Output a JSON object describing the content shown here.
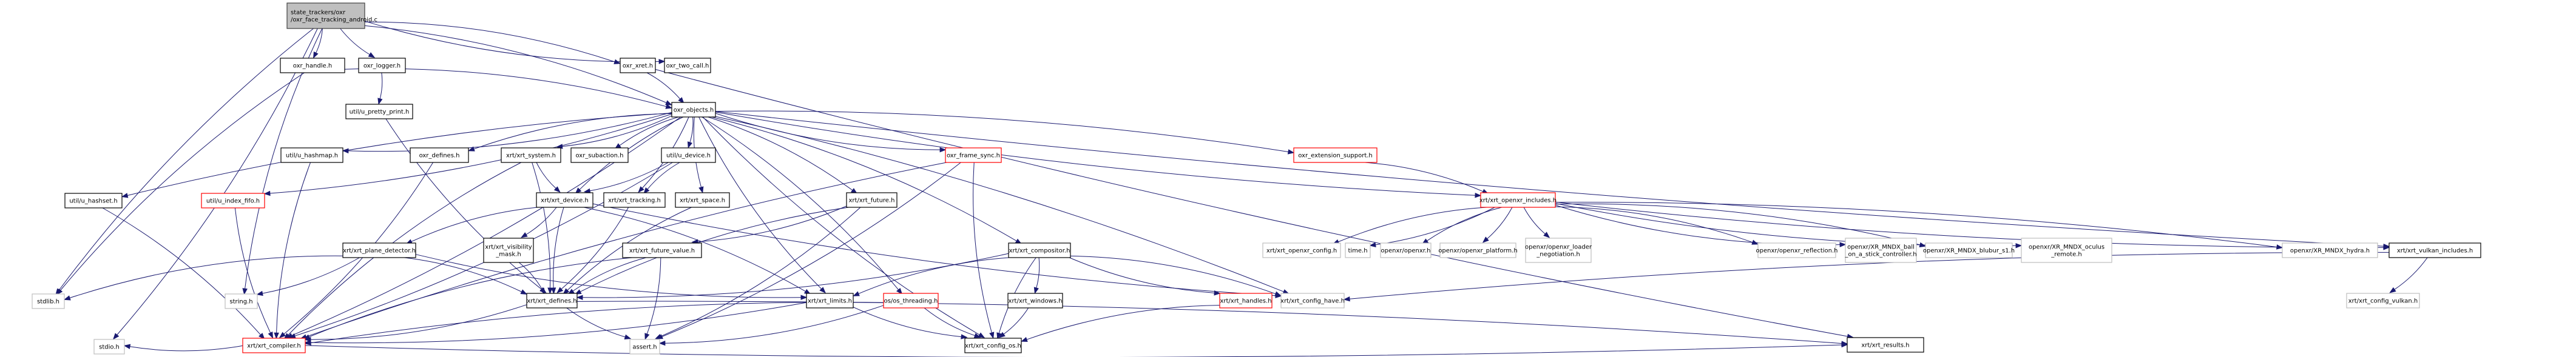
{
  "title": "state_trackers/oxr/oxr_face_tracking_android.c include dependency graph",
  "colors": {
    "edge": "#191970",
    "root_fill": "#bfbfbf",
    "normal_border": "#000000",
    "truncated_border": "#ff0000",
    "system_border": "#bfbfbf"
  },
  "nodes": [
    {
      "id": "root",
      "lines": [
        "state_trackers/oxr",
        "/oxr_face_tracking_android.c"
      ],
      "kind": "root"
    },
    {
      "id": "oxr_handle",
      "lines": [
        "oxr_handle.h"
      ],
      "kind": "normal"
    },
    {
      "id": "oxr_logger",
      "lines": [
        "oxr_logger.h"
      ],
      "kind": "normal"
    },
    {
      "id": "oxr_xret",
      "lines": [
        "oxr_xret.h"
      ],
      "kind": "normal"
    },
    {
      "id": "oxr_two_call",
      "lines": [
        "oxr_two_call.h"
      ],
      "kind": "normal"
    },
    {
      "id": "u_pretty_print",
      "lines": [
        "util/u_pretty_print.h"
      ],
      "kind": "normal"
    },
    {
      "id": "oxr_objects",
      "lines": [
        "oxr_objects.h"
      ],
      "kind": "normal"
    },
    {
      "id": "u_hashmap",
      "lines": [
        "util/u_hashmap.h"
      ],
      "kind": "normal"
    },
    {
      "id": "oxr_defines",
      "lines": [
        "oxr_defines.h"
      ],
      "kind": "normal"
    },
    {
      "id": "xrt_system",
      "lines": [
        "xrt/xrt_system.h"
      ],
      "kind": "normal"
    },
    {
      "id": "oxr_subaction",
      "lines": [
        "oxr_subaction.h"
      ],
      "kind": "normal"
    },
    {
      "id": "u_device",
      "lines": [
        "util/u_device.h"
      ],
      "kind": "normal"
    },
    {
      "id": "oxr_frame_sync",
      "lines": [
        "oxr_frame_sync.h"
      ],
      "kind": "truncated"
    },
    {
      "id": "oxr_extension_support",
      "lines": [
        "oxr_extension_support.h"
      ],
      "kind": "truncated"
    },
    {
      "id": "u_hashset",
      "lines": [
        "util/u_hashset.h"
      ],
      "kind": "normal"
    },
    {
      "id": "u_index_fifo",
      "lines": [
        "util/u_index_fifo.h"
      ],
      "kind": "truncated"
    },
    {
      "id": "xrt_device",
      "lines": [
        "xrt/xrt_device.h"
      ],
      "kind": "normal"
    },
    {
      "id": "xrt_tracking",
      "lines": [
        "xrt/xrt_tracking.h"
      ],
      "kind": "normal"
    },
    {
      "id": "xrt_space",
      "lines": [
        "xrt/xrt_space.h"
      ],
      "kind": "normal"
    },
    {
      "id": "xrt_future",
      "lines": [
        "xrt/xrt_future.h"
      ],
      "kind": "normal"
    },
    {
      "id": "xrt_openxr_includes",
      "lines": [
        "xrt/xrt_openxr_includes.h"
      ],
      "kind": "truncated"
    },
    {
      "id": "xrt_plane_detector",
      "lines": [
        "xrt/xrt_plane_detector.h"
      ],
      "kind": "normal"
    },
    {
      "id": "xrt_visibility_mask",
      "lines": [
        "xrt/xrt_visibility",
        "_mask.h"
      ],
      "kind": "normal"
    },
    {
      "id": "xrt_future_value",
      "lines": [
        "xrt/xrt_future_value.h"
      ],
      "kind": "normal"
    },
    {
      "id": "xrt_compositor",
      "lines": [
        "xrt/xrt_compositor.h"
      ],
      "kind": "normal"
    },
    {
      "id": "xrt_openxr_config",
      "lines": [
        "xrt/xrt_openxr_config.h"
      ],
      "kind": "system"
    },
    {
      "id": "time_h",
      "lines": [
        "time.h"
      ],
      "kind": "system"
    },
    {
      "id": "openxr_h",
      "lines": [
        "openxr/openxr.h"
      ],
      "kind": "system"
    },
    {
      "id": "openxr_platform",
      "lines": [
        "openxr/openxr_platform.h"
      ],
      "kind": "system"
    },
    {
      "id": "openxr_loader_negotiation",
      "lines": [
        "openxr/openxr_loader",
        "_negotiation.h"
      ],
      "kind": "system"
    },
    {
      "id": "openxr_reflection",
      "lines": [
        "openxr/openxr_reflection.h"
      ],
      "kind": "system"
    },
    {
      "id": "xr_mndx_ball",
      "lines": [
        "openxr/XR_MNDX_ball",
        "_on_a_stick_controller.h"
      ],
      "kind": "system"
    },
    {
      "id": "xr_mndx_blubur",
      "lines": [
        "openxr/XR_MNDX_blubur_s1.h"
      ],
      "kind": "system"
    },
    {
      "id": "xr_mndx_oculus",
      "lines": [
        "openxr/XR_MNDX_oculus",
        "_remote.h"
      ],
      "kind": "system"
    },
    {
      "id": "xr_mndx_hydra",
      "lines": [
        "openxr/XR_MNDX_hydra.h"
      ],
      "kind": "system"
    },
    {
      "id": "xrt_vulkan_includes",
      "lines": [
        "xrt/xrt_vulkan_includes.h"
      ],
      "kind": "normal"
    },
    {
      "id": "stdlib_h",
      "lines": [
        "stdlib.h"
      ],
      "kind": "system"
    },
    {
      "id": "string_h",
      "lines": [
        "string.h"
      ],
      "kind": "system"
    },
    {
      "id": "xrt_defines",
      "lines": [
        "xrt/xrt_defines.h"
      ],
      "kind": "normal"
    },
    {
      "id": "xrt_limits",
      "lines": [
        "xrt/xrt_limits.h"
      ],
      "kind": "normal"
    },
    {
      "id": "os_threading",
      "lines": [
        "os/os_threading.h"
      ],
      "kind": "truncated"
    },
    {
      "id": "xrt_windows",
      "lines": [
        "xrt/xrt_windows.h"
      ],
      "kind": "normal"
    },
    {
      "id": "xrt_handles",
      "lines": [
        "xrt/xrt_handles.h"
      ],
      "kind": "truncated"
    },
    {
      "id": "xrt_config_have",
      "lines": [
        "xrt/xrt_config_have.h"
      ],
      "kind": "system"
    },
    {
      "id": "xrt_config_vulkan",
      "lines": [
        "xrt/xrt_config_vulkan.h"
      ],
      "kind": "system"
    },
    {
      "id": "stdio_h",
      "lines": [
        "stdio.h"
      ],
      "kind": "system"
    },
    {
      "id": "xrt_compiler",
      "lines": [
        "xrt/xrt_compiler.h"
      ],
      "kind": "truncated"
    },
    {
      "id": "assert_h",
      "lines": [
        "assert.h"
      ],
      "kind": "system"
    },
    {
      "id": "xrt_config_os",
      "lines": [
        "xrt/xrt_config_os.h"
      ],
      "kind": "normal"
    },
    {
      "id": "xrt_results",
      "lines": [
        "xrt/xrt_results.h"
      ],
      "kind": "normal"
    }
  ],
  "edges": [
    [
      "root",
      "oxr_handle"
    ],
    [
      "root",
      "oxr_logger"
    ],
    [
      "root",
      "oxr_xret"
    ],
    [
      "root",
      "oxr_two_call"
    ],
    [
      "root",
      "oxr_objects"
    ],
    [
      "root",
      "stdlib_h"
    ],
    [
      "root",
      "stdio_h"
    ],
    [
      "root",
      "string_h"
    ],
    [
      "oxr_handle",
      "oxr_objects"
    ],
    [
      "oxr_handle",
      "stdlib_h"
    ],
    [
      "oxr_logger",
      "u_pretty_print"
    ],
    [
      "u_pretty_print",
      "xrt_defines"
    ],
    [
      "oxr_xret",
      "oxr_objects"
    ],
    [
      "oxr_xret",
      "xrt_results"
    ],
    [
      "oxr_objects",
      "u_hashmap"
    ],
    [
      "oxr_objects",
      "oxr_defines"
    ],
    [
      "oxr_objects",
      "xrt_system"
    ],
    [
      "oxr_objects",
      "oxr_subaction"
    ],
    [
      "oxr_objects",
      "u_device"
    ],
    [
      "oxr_objects",
      "oxr_frame_sync"
    ],
    [
      "oxr_objects",
      "oxr_extension_support"
    ],
    [
      "oxr_objects",
      "u_hashset"
    ],
    [
      "oxr_objects",
      "u_index_fifo"
    ],
    [
      "oxr_objects",
      "xrt_device"
    ],
    [
      "oxr_objects",
      "xrt_tracking"
    ],
    [
      "oxr_objects",
      "xrt_space"
    ],
    [
      "oxr_objects",
      "xrt_future"
    ],
    [
      "oxr_objects",
      "xrt_openxr_includes"
    ],
    [
      "oxr_objects",
      "xrt_compositor"
    ],
    [
      "oxr_objects",
      "xrt_vulkan_includes"
    ],
    [
      "oxr_objects",
      "os_threading"
    ],
    [
      "oxr_objects",
      "xrt_limits"
    ],
    [
      "oxr_objects",
      "xrt_config_have"
    ],
    [
      "oxr_objects",
      "xrt_config_os"
    ],
    [
      "oxr_objects",
      "xrt_compiler"
    ],
    [
      "u_hashmap",
      "xrt_compiler"
    ],
    [
      "u_hashset",
      "xrt_compiler"
    ],
    [
      "u_index_fifo",
      "xrt_compiler"
    ],
    [
      "oxr_defines",
      "xrt_compiler"
    ],
    [
      "xrt_system",
      "xrt_device"
    ],
    [
      "xrt_system",
      "xrt_defines"
    ],
    [
      "xrt_system",
      "xrt_compiler"
    ],
    [
      "u_device",
      "xrt_device"
    ],
    [
      "u_device",
      "xrt_tracking"
    ],
    [
      "u_device",
      "xrt_compiler"
    ],
    [
      "oxr_frame_sync",
      "xrt_config_os"
    ],
    [
      "oxr_frame_sync",
      "assert_h"
    ],
    [
      "oxr_frame_sync",
      "xrt_compiler"
    ],
    [
      "oxr_extension_support",
      "xrt_openxr_includes"
    ],
    [
      "xrt_device",
      "xrt_defines"
    ],
    [
      "xrt_device",
      "xrt_visibility_mask"
    ],
    [
      "xrt_device",
      "xrt_plane_detector"
    ],
    [
      "xrt_device",
      "xrt_limits"
    ],
    [
      "xrt_device",
      "xrt_config_have"
    ],
    [
      "xrt_tracking",
      "xrt_defines"
    ],
    [
      "xrt_space",
      "xrt_defines"
    ],
    [
      "xrt_future",
      "xrt_future_value"
    ],
    [
      "xrt_future",
      "xrt_defines"
    ],
    [
      "xrt_future",
      "assert_h"
    ],
    [
      "xrt_future_value",
      "xrt_defines"
    ],
    [
      "xrt_future_value",
      "assert_h"
    ],
    [
      "xrt_future_value",
      "xrt_compiler"
    ],
    [
      "xrt_plane_detector",
      "xrt_defines"
    ],
    [
      "xrt_plane_detector",
      "stdlib_h"
    ],
    [
      "xrt_plane_detector",
      "string_h"
    ],
    [
      "xrt_plane_detector",
      "xrt_limits"
    ],
    [
      "xrt_visibility_mask",
      "xrt_defines"
    ],
    [
      "xrt_openxr_includes",
      "xrt_openxr_config"
    ],
    [
      "xrt_openxr_includes",
      "time_h"
    ],
    [
      "xrt_openxr_includes",
      "openxr_h"
    ],
    [
      "xrt_openxr_includes",
      "openxr_platform"
    ],
    [
      "xrt_openxr_includes",
      "openxr_loader_negotiation"
    ],
    [
      "xrt_openxr_includes",
      "openxr_reflection"
    ],
    [
      "xrt_openxr_includes",
      "xr_mndx_ball"
    ],
    [
      "xrt_openxr_includes",
      "xr_mndx_blubur"
    ],
    [
      "xrt_openxr_includes",
      "xr_mndx_oculus"
    ],
    [
      "xrt_openxr_includes",
      "xr_mndx_hydra"
    ],
    [
      "xrt_openxr_includes",
      "xrt_vulkan_includes"
    ],
    [
      "xrt_compositor",
      "xrt_defines"
    ],
    [
      "xrt_compositor",
      "xrt_limits"
    ],
    [
      "xrt_compositor",
      "xrt_windows"
    ],
    [
      "xrt_compositor",
      "xrt_handles"
    ],
    [
      "xrt_compositor",
      "xrt_config_have"
    ],
    [
      "xrt_compositor",
      "xrt_config_os"
    ],
    [
      "xrt_vulkan_includes",
      "xrt_config_vulkan"
    ],
    [
      "xrt_vulkan_includes",
      "xrt_config_have"
    ],
    [
      "xrt_defines",
      "xrt_compiler"
    ],
    [
      "xrt_defines",
      "assert_h"
    ],
    [
      "xrt_defines",
      "xrt_results"
    ],
    [
      "xrt_limits",
      "xrt_config_os"
    ],
    [
      "xrt_limits",
      "xrt_compiler"
    ],
    [
      "os_threading",
      "xrt_config_os"
    ],
    [
      "os_threading",
      "assert_h"
    ],
    [
      "os_threading",
      "xrt_compiler"
    ],
    [
      "xrt_windows",
      "xrt_config_os"
    ],
    [
      "xrt_handles",
      "xrt_config_os"
    ],
    [
      "xrt_compiler",
      "stdio_h"
    ],
    [
      "xrt_compiler",
      "xrt_results"
    ]
  ]
}
